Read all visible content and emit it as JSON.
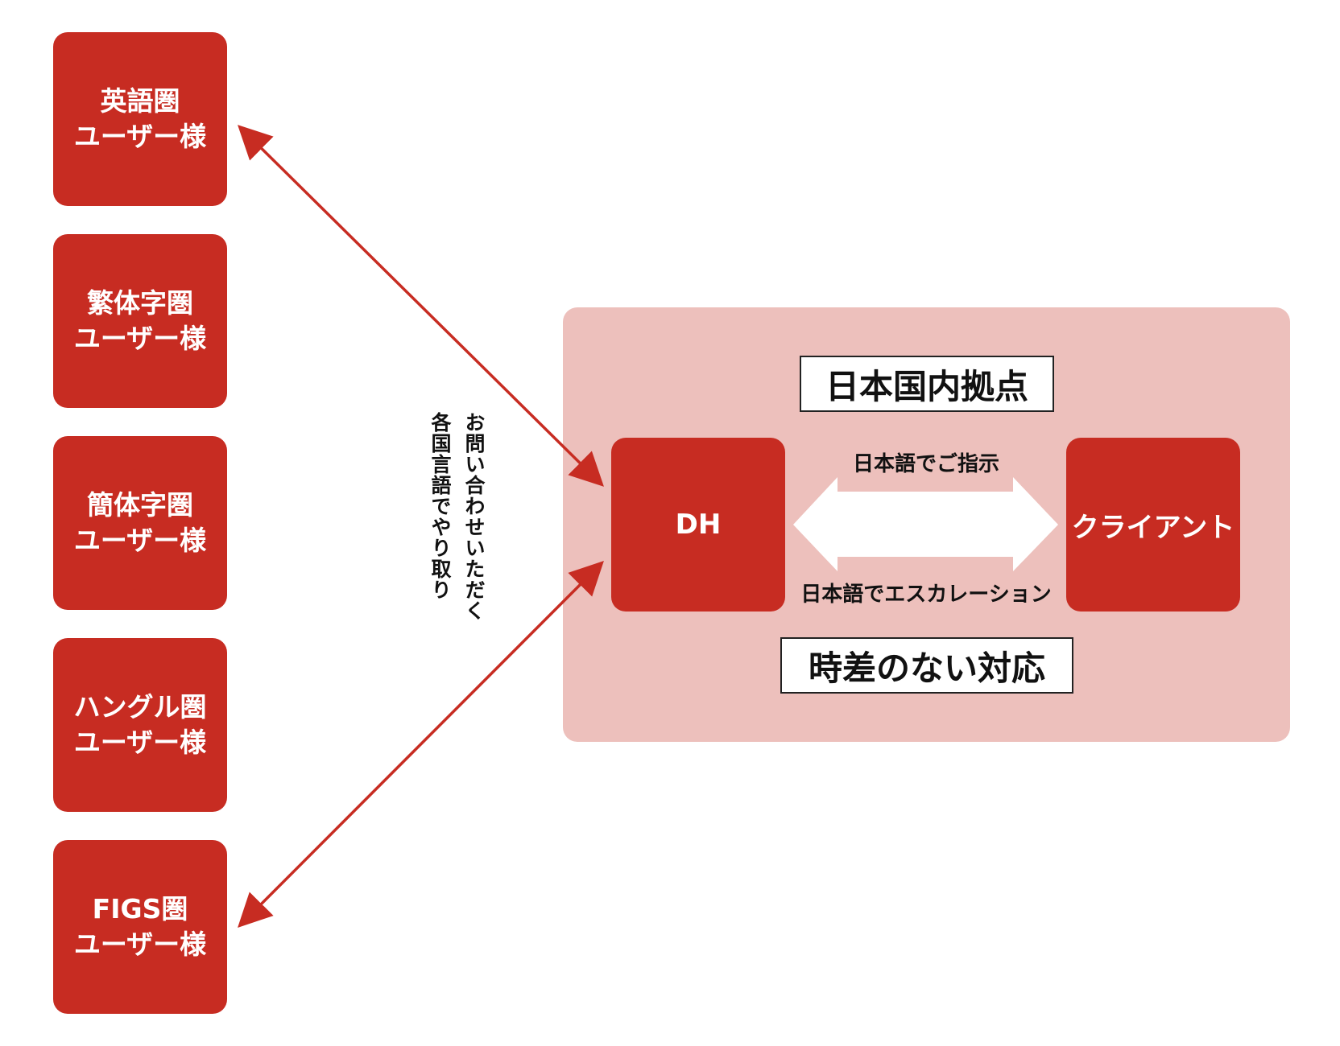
{
  "user_groups": [
    {
      "line1": "英語圏",
      "line2": "ユーザー様"
    },
    {
      "line1": "繁体字圏",
      "line2": "ユーザー様"
    },
    {
      "line1": "簡体字圏",
      "line2": "ユーザー様"
    },
    {
      "line1": "ハングル圏",
      "line2": "ユーザー様"
    },
    {
      "line1": "FIGS圏",
      "line2": "ユーザー様"
    }
  ],
  "inquiry_label": {
    "line1": "お問い合わせいただく",
    "line2": "各国言語でやり取り"
  },
  "hub": {
    "title": "日本国内拠点",
    "bottom_title": "時差のない対応",
    "node_left": "DH",
    "node_right": "クライアント",
    "flow_top": "日本語でご指示",
    "flow_bottom": "日本語でエスカレーション"
  },
  "colors": {
    "primary_red": "#c72c22",
    "panel_pink": "#edc0bc",
    "white": "#ffffff",
    "text_dark": "#111111"
  }
}
